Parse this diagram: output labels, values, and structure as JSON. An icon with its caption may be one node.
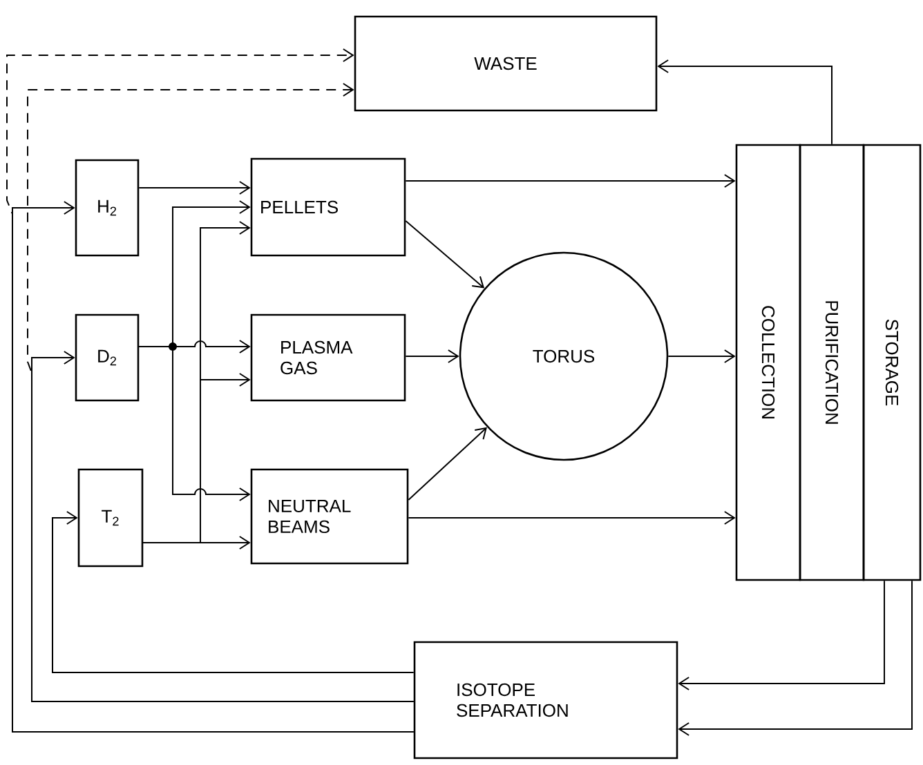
{
  "diagram": {
    "nodes": [
      {
        "text": [
          "WASTE"
        ]
      },
      {
        "text": [
          "H$_{2}$"
        ]
      },
      {
        "text": [
          "D$_{2}$"
        ]
      },
      {
        "text": [
          "T$_{2}$"
        ]
      },
      {
        "text": [
          "PELLETS"
        ]
      },
      {
        "text": [
          "PLASMA GAS"
        ]
      },
      {
        "text": [
          "NEUTRAL BEAMS"
        ]
      },
      {
        "text": [
          "TORUS"
        ]
      },
      {
        "text": [
          "COLLECTION"
        ]
      },
      {
        "text": [
          "PURIFICATION"
        ]
      },
      {
        "text": [
          "STORAGE"
        ]
      },
      {
        "text": [
          "ISOTOPE SEPARATION"
        ]
      }
    ],
    "edges": [
      {
        "from": 1,
        "to": 4,
        "arrow": "to"
      },
      {
        "from": 2,
        "to": 4,
        "arrow": "to"
      },
      {
        "from": 2,
        "to": 5,
        "arrow": "to"
      },
      {
        "from": 2,
        "to": 6,
        "arrow": "to"
      },
      {
        "from": 3,
        "to": 4,
        "arrow": "to"
      },
      {
        "from": 3,
        "to": 5,
        "arrow": "to"
      },
      {
        "from": 3,
        "to": 6,
        "arrow": "to"
      },
      {
        "from": 4,
        "to": 7,
        "arrow": "to"
      },
      {
        "from": 5,
        "to": 7,
        "arrow": "to"
      },
      {
        "from": 6,
        "to": 7,
        "arrow": "to"
      },
      {
        "from": 4,
        "to": 8,
        "arrow": "to"
      },
      {
        "from": 7,
        "to": 8,
        "arrow": "to"
      },
      {
        "from": 6,
        "to": 8,
        "arrow": "to"
      },
      {
        "from": 9,
        "to": 0,
        "arrow": "to"
      },
      {
        "from": 10,
        "to": 11,
        "arrow": "to"
      },
      {
        "from": 10,
        "to": 11,
        "arrow": "to"
      },
      {
        "from": 11,
        "to": 3,
        "arrow": "to"
      },
      {
        "from": 11,
        "to": 2,
        "arrow": "to"
      },
      {
        "from": 11,
        "to": 1,
        "arrow": "to"
      },
      {
        "from": 11,
        "to": 0,
        "arrow": "to",
        "style": "dashed"
      },
      {
        "from": 11,
        "to": 0,
        "arrow": "to",
        "style": "dashed"
      }
    ]
  }
}
